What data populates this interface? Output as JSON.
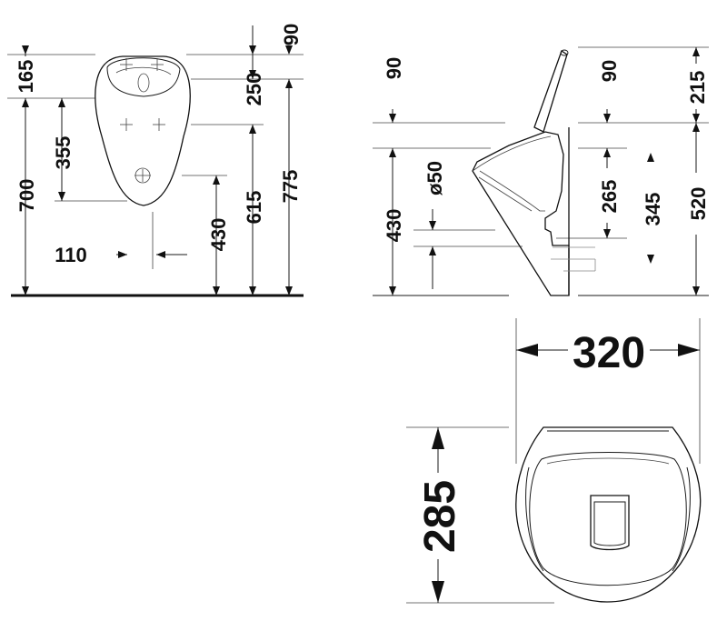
{
  "front_view": {
    "dims": {
      "d90": "90",
      "d165": "165",
      "d250": "250",
      "d355": "355",
      "d700": "700",
      "d615": "615",
      "d775": "775",
      "d430": "430",
      "d110": "110"
    }
  },
  "side_view": {
    "dims": {
      "d90_left": "90",
      "d90_right": "90",
      "d215": "215",
      "d50": "ø50",
      "d430": "430",
      "d265": "265",
      "d345": "345",
      "d520": "520"
    }
  },
  "top_view": {
    "dims": {
      "d320": "320",
      "d285": "285"
    }
  },
  "colors": {
    "line": "#1a1a1a",
    "background": "#ffffff"
  }
}
